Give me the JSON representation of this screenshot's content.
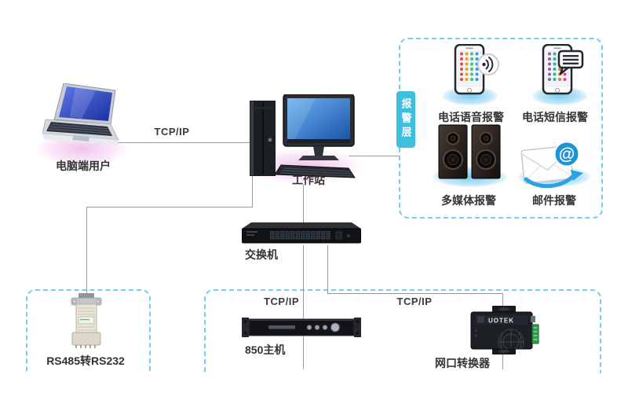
{
  "diagram": {
    "nodes": {
      "laptop": {
        "label": "电脑端用户"
      },
      "workstation": {
        "label": "工作站"
      },
      "switch": {
        "label": "交换机"
      },
      "rs485_converter": {
        "label": "RS485转RS232"
      },
      "host_850": {
        "label": "850主机"
      },
      "ethernet_converter": {
        "label": "网口转换器",
        "brand": "UOTEK"
      }
    },
    "links": {
      "laptop_workstation": {
        "label": "TCP/IP"
      },
      "switch_host": {
        "label": "TCP/IP"
      },
      "switch_ethernet_converter": {
        "label": "TCP/IP"
      }
    },
    "alarm_layer": {
      "tab_label": "报警层",
      "email_glyph": "@",
      "items": [
        {
          "icon": "phone-voice-icon",
          "label": "电话语音报警"
        },
        {
          "icon": "phone-sms-icon",
          "label": "电话短信报警"
        },
        {
          "icon": "speakers-icon",
          "label": "多媒体报警"
        },
        {
          "icon": "email-icon",
          "label": "邮件报警"
        }
      ]
    },
    "colors": {
      "dashed_border": "#74cfe6",
      "tab_background": "#3cc0de",
      "connector_line": "#9c9c9c",
      "label_text": "#333333",
      "halo_pink": "#f0c4ec",
      "halo_blue": "#7ecbee",
      "screen_blue": "#2f6fd0",
      "terminal_green": "#2e9e4a"
    }
  }
}
